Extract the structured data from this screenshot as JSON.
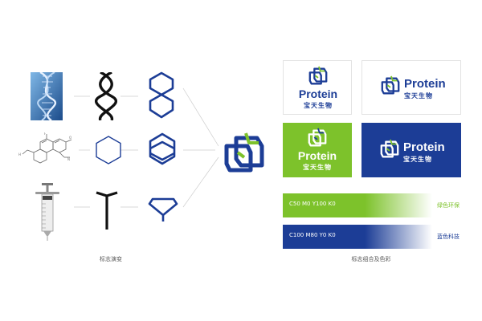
{
  "evolution": {
    "caption": "标志演变"
  },
  "combination": {
    "caption": "标志组合及色彩"
  },
  "brand": {
    "name_en": "Protein",
    "name_cn": "宝天生物",
    "colors": {
      "green": "#7dc22b",
      "blue": "#1c3d96",
      "white": "#ffffff"
    }
  },
  "swatches": [
    {
      "code": "C50 M0 Y100 K0",
      "label": "绿色环保",
      "color": "#7dc22b"
    },
    {
      "code": "C100 M80 Y0 K0",
      "label": "蓝色科技",
      "color": "#1c3d96"
    }
  ],
  "icons": [
    "dna-photo",
    "molecule-structure",
    "syringe-photo",
    "double-helix-icon",
    "hexagon-outline-icon",
    "t-shape-icon",
    "stacked-hexagons-icon",
    "hexagon-folded-icon",
    "funnel-pin-icon",
    "final-cube-logo-icon"
  ]
}
